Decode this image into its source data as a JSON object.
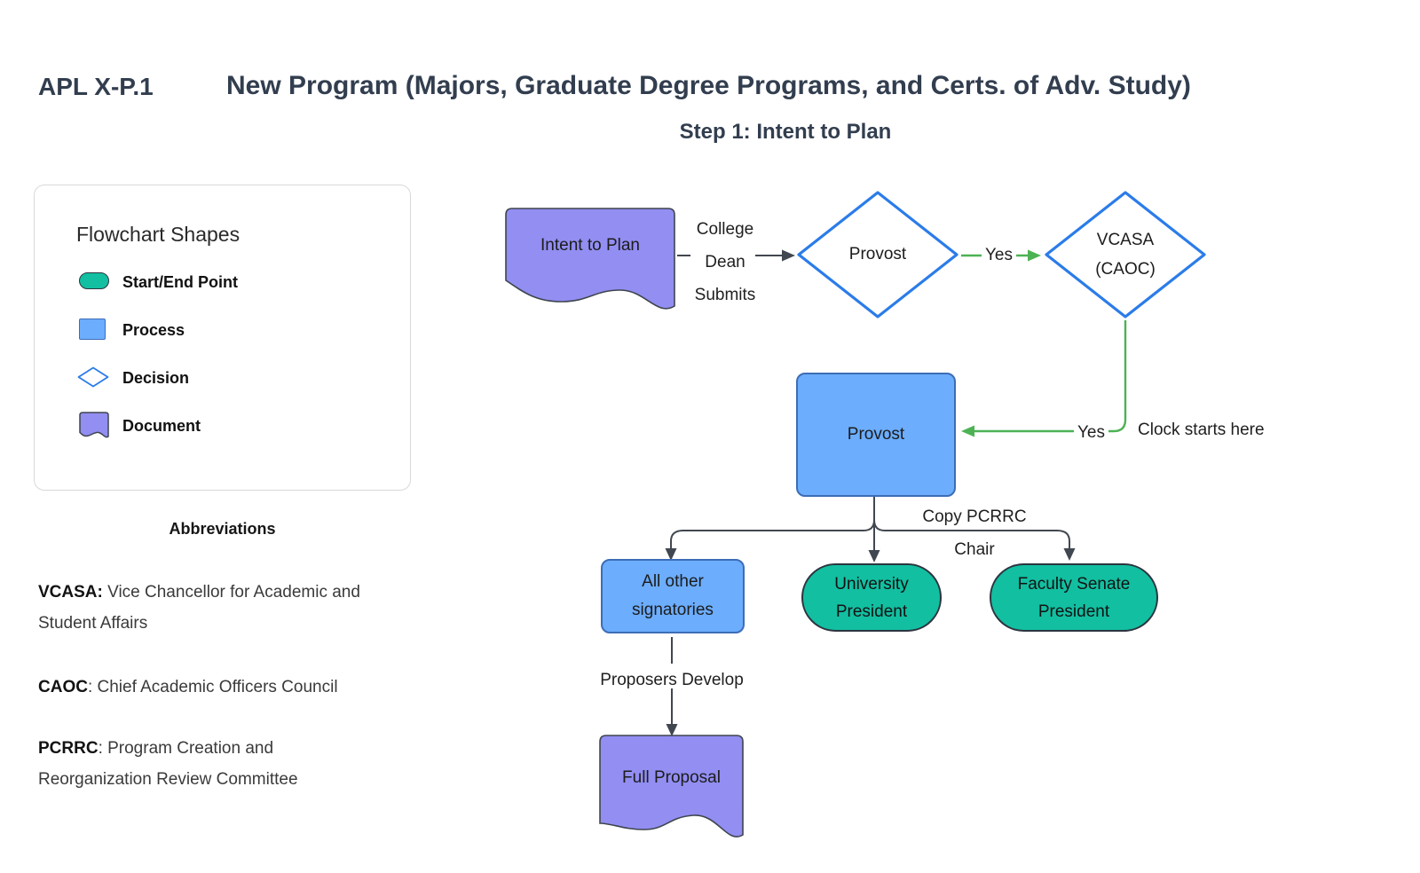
{
  "header": {
    "code": "APL X-P.1",
    "title": "New Program (Majors, Graduate Degree Programs, and Certs. of Adv. Study)",
    "subtitle": "Step 1: Intent to Plan"
  },
  "legend": {
    "title": "Flowchart Shapes",
    "items": [
      {
        "shape": "start-end",
        "label": "Start/End Point"
      },
      {
        "shape": "process",
        "label": "Process"
      },
      {
        "shape": "decision",
        "label": "Decision"
      },
      {
        "shape": "document",
        "label": "Document"
      }
    ]
  },
  "abbreviations": {
    "title": "Abbreviations",
    "items": [
      {
        "term": "VCASA:",
        "rest": " Vice Chancellor for Academic and Student Affairs"
      },
      {
        "term": "CAOC",
        "rest": ": Chief Academic Officers Council"
      },
      {
        "term": "PCRRC",
        "rest": ": Program Creation and Reorganization Review Committee"
      }
    ]
  },
  "flowchart": {
    "nodes": {
      "intent_document": {
        "type": "document",
        "label": "Intent to Plan"
      },
      "provost_decision": {
        "type": "decision",
        "label": "Provost"
      },
      "vcasa_decision": {
        "type": "decision",
        "label": "VCASA\n(CAOC)"
      },
      "provost_process": {
        "type": "process",
        "label": "Provost"
      },
      "signatories_process": {
        "type": "process",
        "label": "All other\nsignatories"
      },
      "university_president": {
        "type": "start-end",
        "label": "University\nPresident"
      },
      "faculty_senate_president": {
        "type": "start-end",
        "label": "Faculty Senate\nPresident"
      },
      "full_proposal_document": {
        "type": "document",
        "label": "Full Proposal"
      }
    },
    "edge_labels": {
      "college_dean_submits": "College\nDean\nSubmits",
      "yes_to_vcasa": "Yes",
      "yes_to_provost": "Yes",
      "clock_note": "Clock starts here",
      "copy_pcrrc_chair": "Copy PCRRC\nChair",
      "proposers_develop": "Proposers Develop"
    }
  },
  "colors": {
    "process_fill": "#6cadfd",
    "process_border": "#3d6db6",
    "start_end_fill": "#12bfa1",
    "document_fill": "#928ef2",
    "decision_stroke": "#2b7ce9",
    "connector_green": "#4db254",
    "connector_dark": "#414750",
    "heading_text": "#323e4f"
  }
}
